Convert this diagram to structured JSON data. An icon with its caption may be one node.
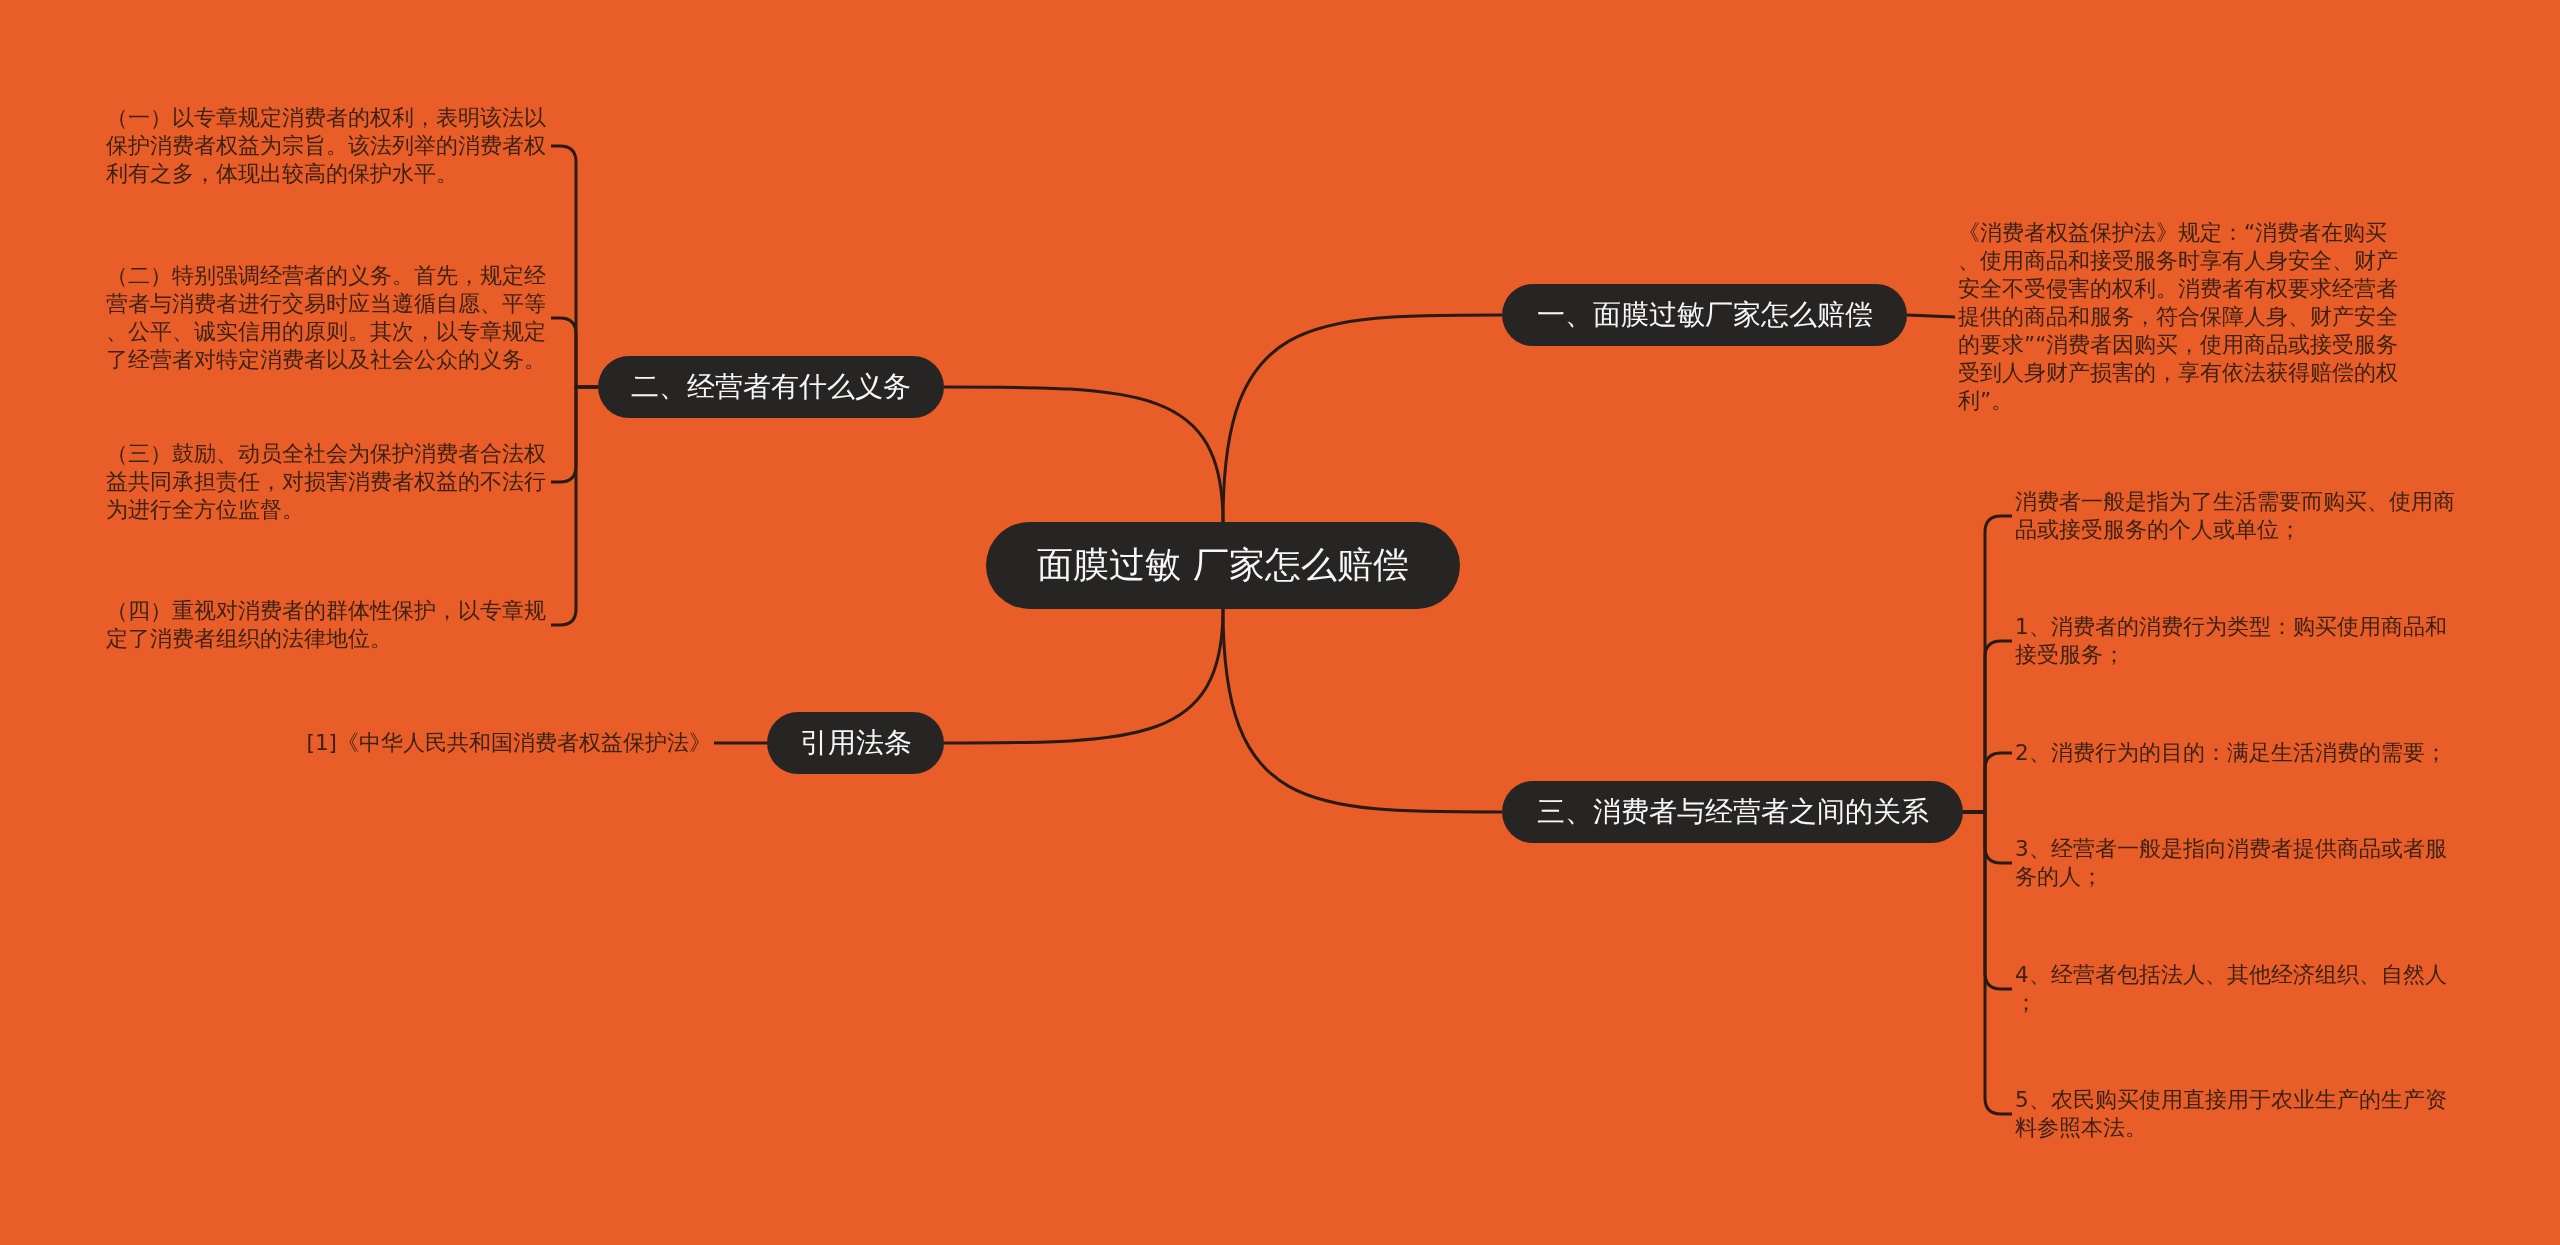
{
  "diagram": {
    "nodes": [
      {
        "text": [
          "面膜过敏 厂家怎么赔偿"
        ]
      },
      {
        "text": [
          "一、面膜过敏厂家怎么赔偿"
        ]
      },
      {
        "text": [
          "《消费者权益保护法》规定：“消费者在购买、使用商品和接受服务时享有人身安全、财产安全不受侵害的权利。消费者有权要求经营者提供的商品和服务，符合保障人身、财产安全的要求”“消费者因购买，使用商品或接受服务受到人身财产损害的，享有依法获得赔偿的权利”。"
        ]
      },
      {
        "text": [
          "二、经营者有什么义务"
        ]
      },
      {
        "text": [
          "（一）以专章规定消费者的权利，表明该法以保护消费者权益为宗旨。该法列举的消费者权利有之多，体现出较高的保护水平。"
        ]
      },
      {
        "text": [
          "（二）特别强调经营者的义务。首先，规定经营者与消费者进行交易时应当遵循自愿、平等、公平、诚实信用的原则。其次，以专章规定了经营者对特定消费者以及社会公众的义务。"
        ]
      },
      {
        "text": [
          "（三）鼓励、动员全社会为保护消费者合法权益共同承担责任，对损害消费者权益的不法行为进行全方位监督。"
        ]
      },
      {
        "text": [
          "（四）重视对消费者的群体性保护，以专章规定了消费者组织的法律地位。"
        ]
      },
      {
        "text": [
          "三、消费者与经营者之间的关系"
        ]
      },
      {
        "text": [
          "消费者一般是指为了生活需要而购买、使用商品或接受服务的个人或单位；"
        ]
      },
      {
        "text": [
          "1、消费者的消费行为类型：购买使用商品和接受服务；"
        ]
      },
      {
        "text": [
          "2、消费行为的目的：满足生活消费的需要；"
        ]
      },
      {
        "text": [
          "3、经营者一般是指向消费者提供商品或者服务的人；"
        ]
      },
      {
        "text": [
          "4、经营者包括法人、其他经济组织、自然人；"
        ]
      },
      {
        "text": [
          "5、农民购买使用直接用于农业生产的生产资料参照本法。"
        ]
      },
      {
        "text": [
          "引用法条"
        ]
      },
      {
        "text": [
          "[1]《中华人民共和国消费者权益保护法》"
        ]
      }
    ],
    "edges": [
      {
        "from": 0,
        "to": 1,
        "arrow": "none"
      },
      {
        "from": 1,
        "to": 2,
        "arrow": "none"
      },
      {
        "from": 0,
        "to": 3,
        "arrow": "none"
      },
      {
        "from": 3,
        "to": 4,
        "arrow": "none"
      },
      {
        "from": 3,
        "to": 5,
        "arrow": "none"
      },
      {
        "from": 3,
        "to": 6,
        "arrow": "none"
      },
      {
        "from": 3,
        "to": 7,
        "arrow": "none"
      },
      {
        "from": 0,
        "to": 8,
        "arrow": "none"
      },
      {
        "from": 8,
        "to": 9,
        "arrow": "none"
      },
      {
        "from": 8,
        "to": 10,
        "arrow": "none"
      },
      {
        "from": 8,
        "to": 11,
        "arrow": "none"
      },
      {
        "from": 8,
        "to": 12,
        "arrow": "none"
      },
      {
        "from": 8,
        "to": 13,
        "arrow": "none"
      },
      {
        "from": 8,
        "to": 14,
        "arrow": "none"
      },
      {
        "from": 0,
        "to": 15,
        "arrow": "none"
      },
      {
        "from": 15,
        "to": 16,
        "arrow": "none"
      }
    ]
  }
}
